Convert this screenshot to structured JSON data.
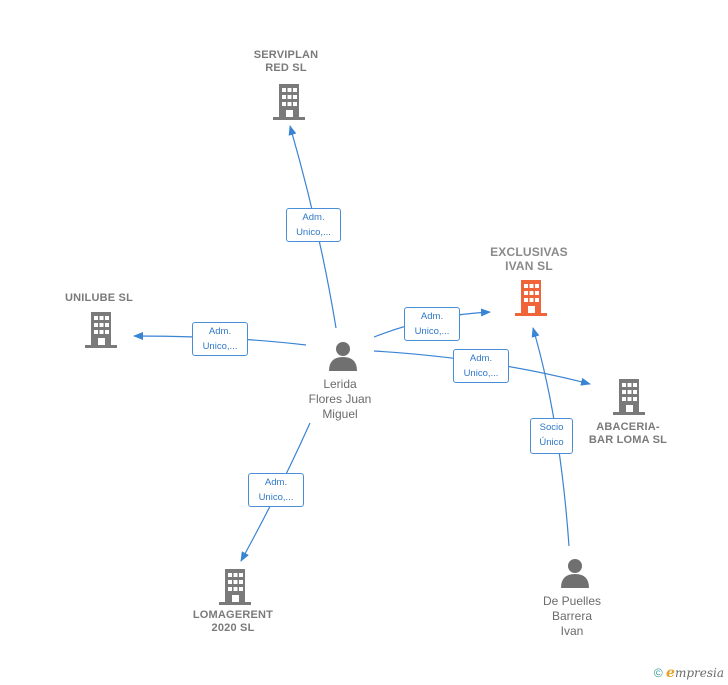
{
  "nodes": {
    "serviplan": {
      "label": "SERVIPLAN\nRED  SL"
    },
    "exclusivas": {
      "label": "EXCLUSIVAS\nIVAN  SL"
    },
    "unilube": {
      "label": "UNILUBE  SL"
    },
    "abaceria": {
      "label": "ABACERIA-\nBAR LOMA  SL"
    },
    "lomagerent": {
      "label": "LOMAGERENT\n2020  SL"
    },
    "lerida": {
      "label": "Lerida\nFlores Juan\nMiguel"
    },
    "depuelles": {
      "label": "De Puelles\nBarrera\nIvan"
    }
  },
  "edges": {
    "to_serviplan": "Adm.\nUnico,...",
    "to_unilube": "Adm.\nUnico,...",
    "to_exclusivas": "Adm.\nUnico,...",
    "to_abaceria": "Adm.\nUnico,...",
    "to_lomagerent": "Adm.\nUnico,...",
    "socio": "Socio\nÚnico"
  },
  "colors": {
    "edge": "#3a84d4",
    "building": "#7a7a7a",
    "focus_building": "#f0643a",
    "person": "#707070"
  },
  "footer": {
    "copyright": "©",
    "brand_e": "e",
    "brand_rest": "mpresia"
  }
}
